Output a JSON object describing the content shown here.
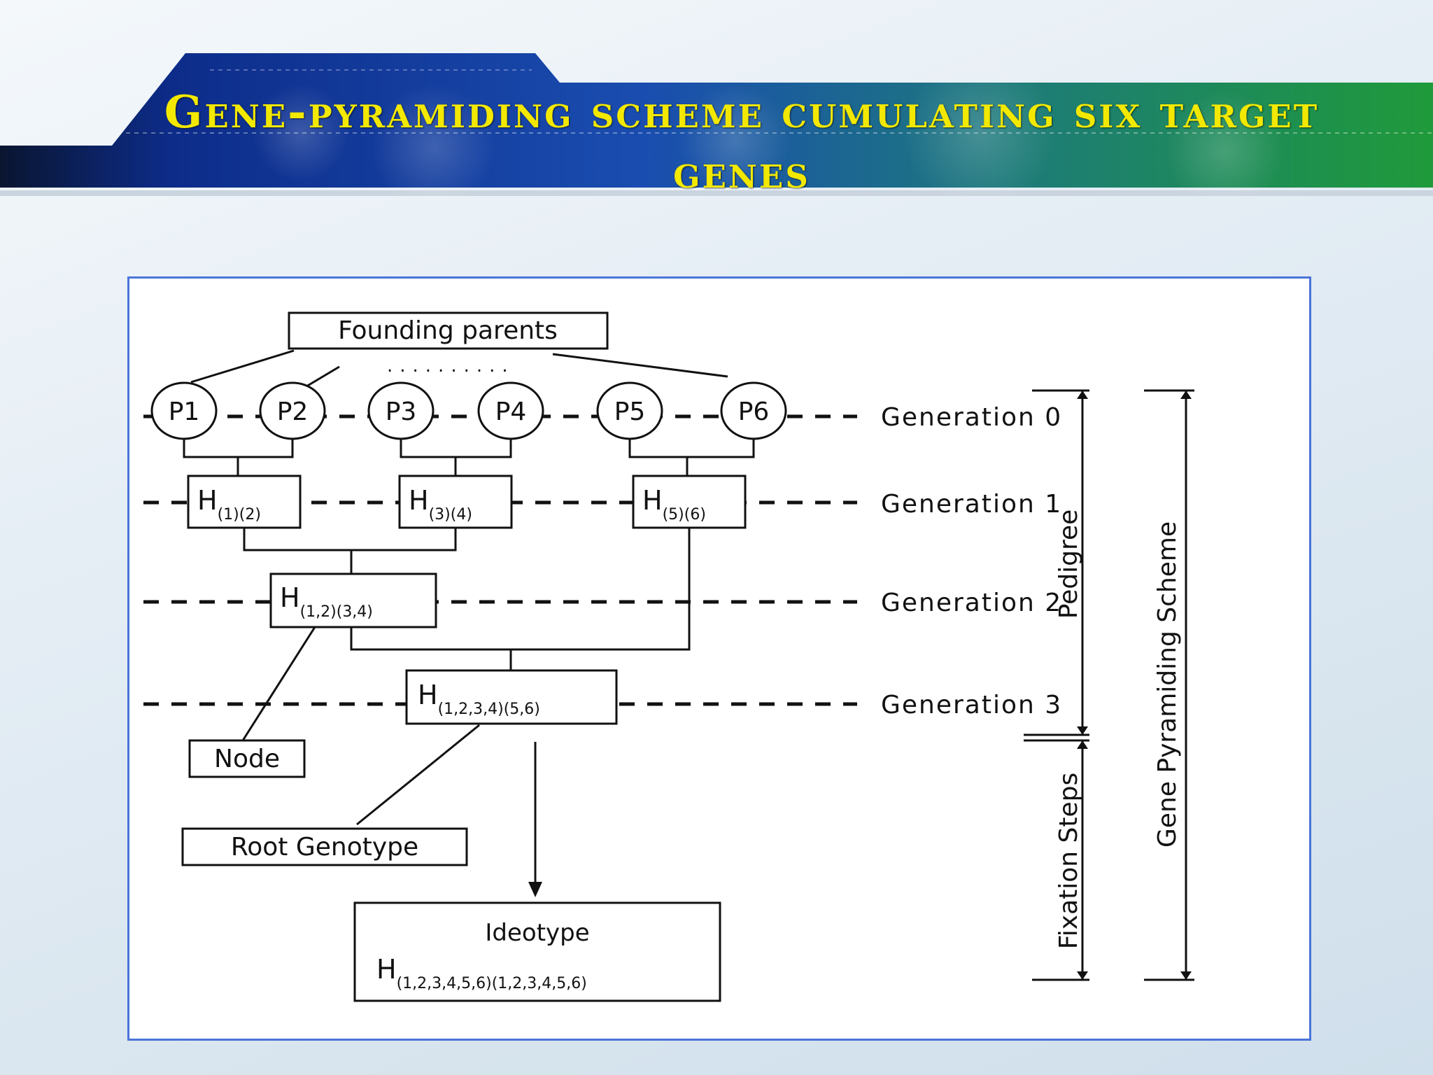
{
  "slide": {
    "title": "Gene-pyramiding scheme cumulating six target genes"
  },
  "diagram": {
    "founding_parents": "Founding parents",
    "parents": [
      "P1",
      "P2",
      "P3",
      "P4",
      "P5",
      "P6"
    ],
    "generations": [
      "Generation 0",
      "Generation 1",
      "Generation 2",
      "Generation 3"
    ],
    "hybrids": {
      "h12": {
        "base": "H",
        "sub": "(1)(2)"
      },
      "h34": {
        "base": "H",
        "sub": "(3)(4)"
      },
      "h56": {
        "base": "H",
        "sub": "(5)(6)"
      },
      "h1234": {
        "base": "H",
        "sub": "(1,2)(3,4)"
      },
      "h123456": {
        "base": "H",
        "sub": "(1,2,3,4)(5,6)"
      }
    },
    "node_label": "Node",
    "root_genotype_label": "Root Genotype",
    "ideotype": {
      "title": "Ideotype",
      "base": "H",
      "sub": "(1,2,3,4,5,6)(1,2,3,4,5,6)"
    },
    "pedigree_label": "Pedigree",
    "fixation_steps_label": "Fixation Steps",
    "scheme_label": "Gene Pyramiding Scheme"
  }
}
